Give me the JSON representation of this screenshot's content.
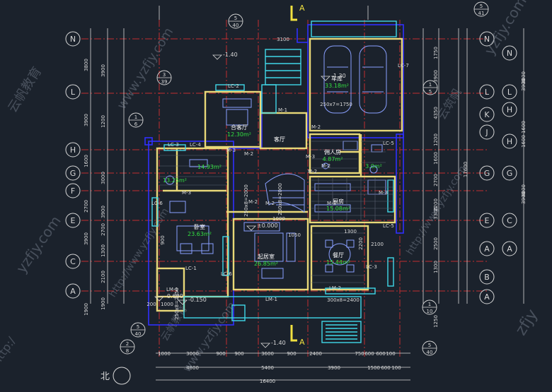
{
  "drawing": {
    "north_label": "北",
    "section_mark": "A",
    "colors": {
      "background": "#1b222c",
      "wall": "#e8d878",
      "axis": "#e03030",
      "dimension": "#d8d8d8",
      "window": "#40d8e8",
      "furniture": "#8aa0ff",
      "room_label": "#ffffff",
      "area_label": "#33e040",
      "blue_outline": "#3030ff",
      "watermark": "#9aa4b4"
    },
    "watermarks": [
      "www.yzfjy.com",
      "www.yzfjy.com",
      "http://www.yzfjy.com",
      "http://www.yzfjy.com",
      "yzfjy.com",
      "yzfjy.com",
      "zfjy",
      "云筑帆",
      "云帆教育",
      "云帆教育",
      "http:/"
    ]
  },
  "axis_labels_left": [
    "N",
    "L",
    "H",
    "G",
    "F",
    "E",
    "C",
    "A"
  ],
  "axis_labels_right": [
    "N",
    "L",
    "K",
    "J",
    "H",
    "G",
    "E",
    "C",
    "A",
    "B",
    "A"
  ],
  "rooms": [
    {
      "name": "合客厅",
      "area": "12.30m²"
    },
    {
      "name": "车库",
      "area": "33.18m²"
    },
    {
      "name": "客厅",
      "area": ""
    },
    {
      "name": "佣人房",
      "area": "4.87m²"
    },
    {
      "name": "",
      "area": "13.25m²"
    },
    {
      "name": "",
      "area": "14.93m²"
    },
    {
      "name": "",
      "area": "3.0m²"
    },
    {
      "name": "厨房",
      "area": "15.08m²"
    },
    {
      "name": "卧室",
      "area": "23.63m²"
    },
    {
      "name": "起居室",
      "area": "26.85m²"
    },
    {
      "name": "餐厅",
      "area": "15.44m²"
    }
  ],
  "elevations": [
    "-1.40",
    "-1.30",
    "±0.000",
    "-0.150",
    "-0.600",
    "-1.40"
  ],
  "openings": [
    "LC-2",
    "LC-3",
    "LC-4",
    "LC-5",
    "LC-6",
    "LC-7",
    "LC-1",
    "LC-6",
    "LC-3",
    "LC-5",
    "LM-1",
    "LM-2",
    "LM-1",
    "M-1",
    "M-2",
    "M-3",
    "M-2",
    "M-3",
    "M-2",
    "M-3",
    "M-2",
    "M-2",
    "M-2",
    "M-3",
    "M-3"
  ],
  "callouts": [
    {
      "top": "5",
      "bottom": "40"
    },
    {
      "top": "3",
      "bottom": "39"
    },
    {
      "top": "1",
      "bottom": "6"
    },
    {
      "top": "1",
      "bottom": "5"
    },
    {
      "top": "5",
      "bottom": "41"
    },
    {
      "top": "5",
      "bottom": "40"
    },
    {
      "top": "2",
      "bottom": "8"
    },
    {
      "top": "1",
      "bottom": "10"
    },
    {
      "top": "5",
      "bottom": "40"
    }
  ],
  "dims_left_outer": [
    "3800",
    "3900",
    "1600",
    "2700",
    "3900",
    "1900"
  ],
  "dims_left_inner": [
    "3900",
    "1200",
    "3000",
    "3900",
    "2700",
    "1300",
    "2100",
    "1900"
  ],
  "dims_right": [
    "1750",
    "3900",
    "4350",
    "1200",
    "1600",
    "2700",
    "2200",
    "3300",
    "2500",
    "1300",
    "1250",
    "17600",
    "3900",
    "1600",
    "1600",
    "3900",
    "4800",
    "3800"
  ],
  "dims_top": [
    "3100"
  ],
  "dims_bottom_1": [
    "1000",
    "3000",
    "900",
    "900",
    "3600",
    "900",
    "2400",
    "750",
    "600",
    "600",
    "100"
  ],
  "dims_bottom_2": [
    "4800",
    "5400",
    "3900",
    "1500",
    "600",
    "100"
  ],
  "dims_total": "16400",
  "interior_dims": [
    "300x8=2400",
    "250x7=1750",
    "250x8=2000",
    "2200",
    "1050",
    "1300",
    "2100",
    "250x8=2000",
    "250x8=2250",
    "1000",
    "200",
    "1000",
    "900"
  ]
}
